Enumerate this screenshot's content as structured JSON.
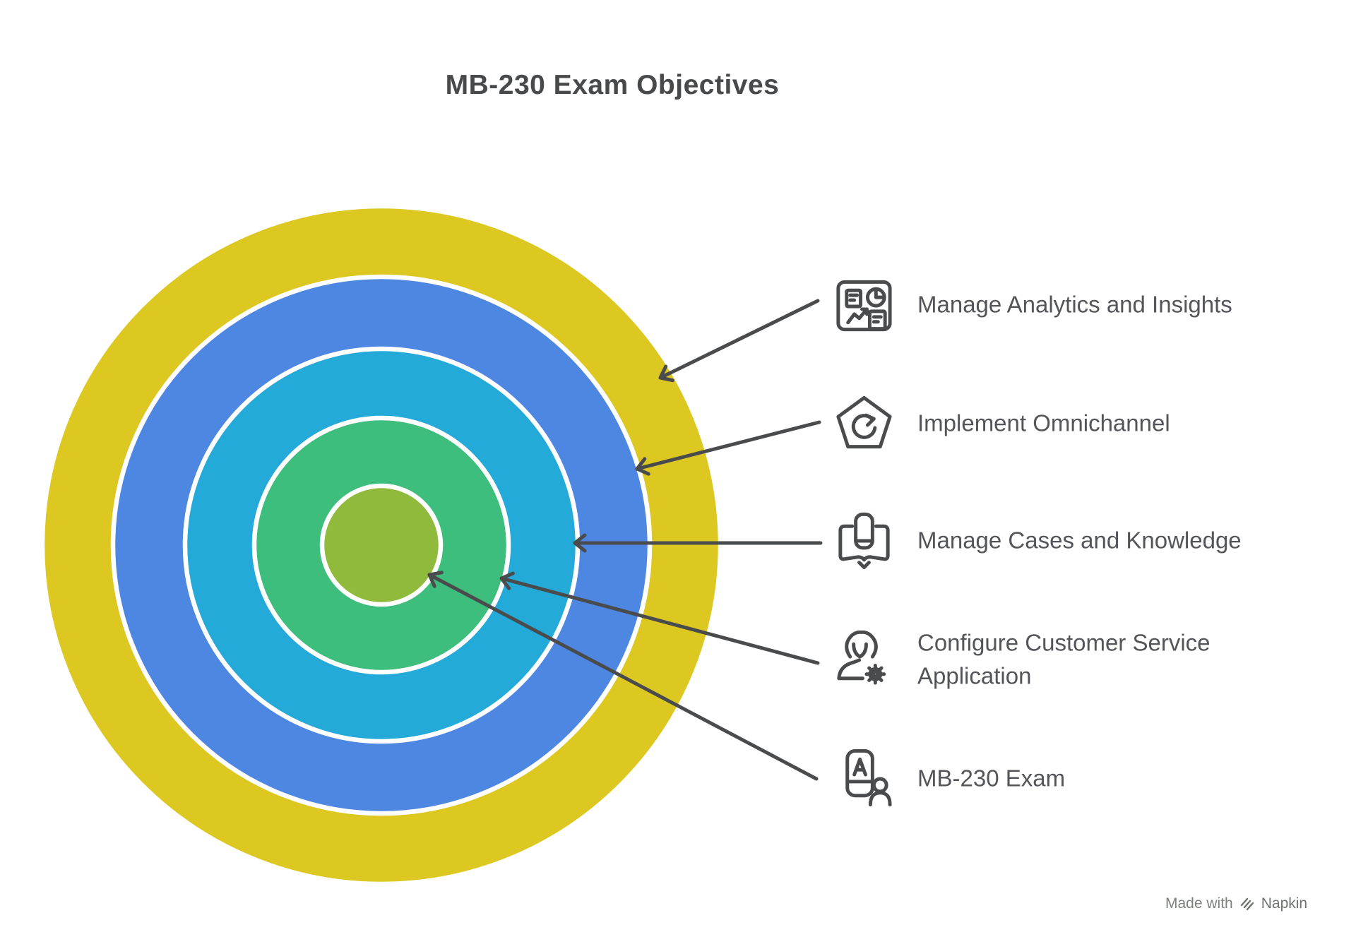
{
  "title": "MB-230 Exam Objectives",
  "rings": [
    {
      "label": "Manage Analytics and Insights",
      "color": "#ddc822",
      "icon": "analytics-dashboard-icon"
    },
    {
      "label": "Implement Omnichannel",
      "color": "#4e87e2",
      "icon": "pentagon-refresh-icon"
    },
    {
      "label": "Manage Cases and Knowledge",
      "color": "#23aad8",
      "icon": "book-device-icon"
    },
    {
      "label": "Configure Customer Service Application",
      "color": "#3dbe7d",
      "icon": "person-gear-icon"
    },
    {
      "label": "MB-230 Exam",
      "color": "#8fba3b",
      "icon": "card-person-icon"
    }
  ],
  "colors": {
    "title_text": "#48494b",
    "label_text": "#54555a",
    "icon_stroke": "#4a4b4d",
    "arrow": "#4a4b4d",
    "ring_border": "#ffffff",
    "background": "#ffffff",
    "watermark": "#7d817d"
  },
  "watermark": {
    "prefix": "Made with",
    "brand": "Napkin"
  }
}
